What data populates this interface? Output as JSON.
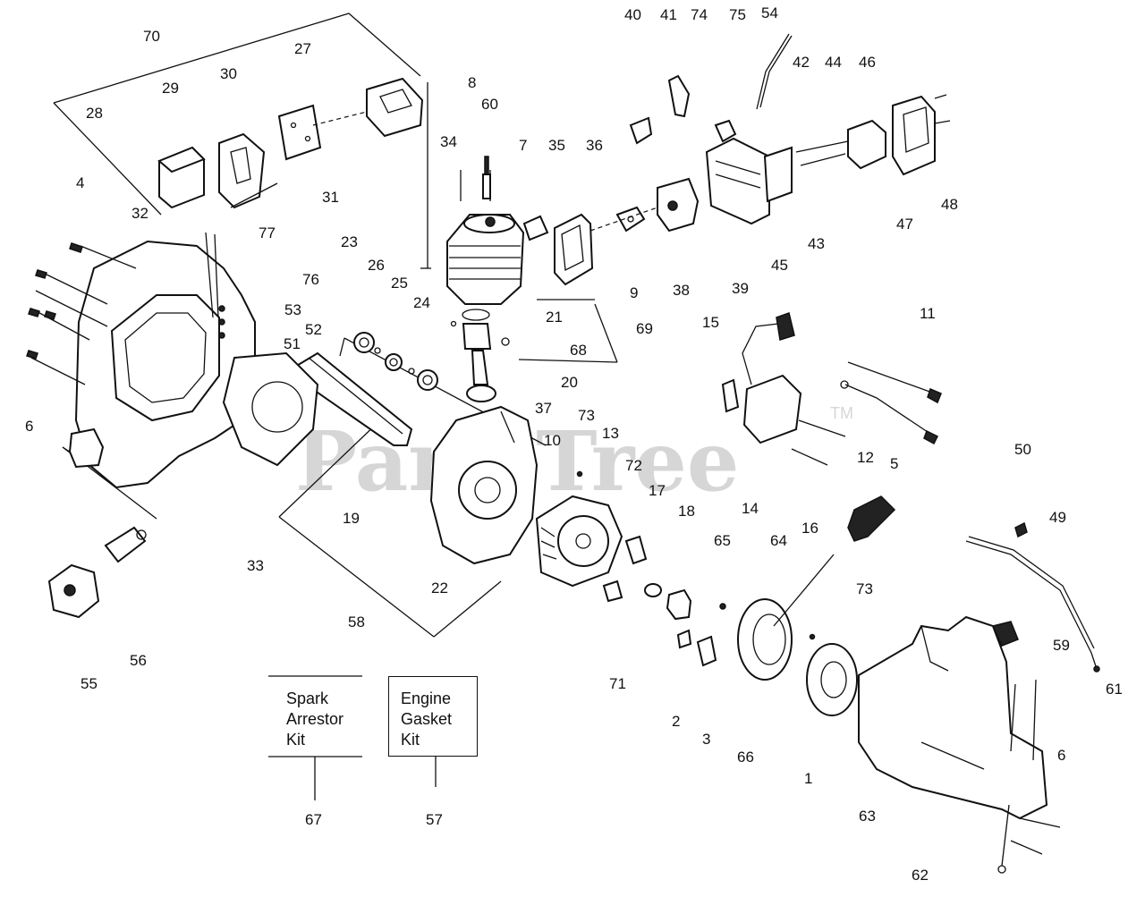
{
  "watermark": {
    "text": "PartsTree",
    "tm": "TM"
  },
  "kits": {
    "spark_arrestor": "Spark\nArrestor\nKit",
    "engine_gasket": "Engine\nGasket\nKit"
  },
  "labels": [
    "70",
    "27",
    "30",
    "29",
    "28",
    "32",
    "4",
    "31",
    "8",
    "60",
    "34",
    "7",
    "35",
    "36",
    "40",
    "41",
    "74",
    "75",
    "54",
    "42",
    "44",
    "46",
    "48",
    "47",
    "43",
    "45",
    "39",
    "38",
    "9",
    "23",
    "26",
    "25",
    "24",
    "77",
    "76",
    "53",
    "52",
    "51",
    "21",
    "69",
    "68",
    "20",
    "37",
    "73",
    "15",
    "11",
    "12",
    "5",
    "13",
    "10",
    "14",
    "64",
    "16",
    "6",
    "19",
    "33",
    "22",
    "72",
    "17",
    "18",
    "65",
    "50",
    "49",
    "55",
    "56",
    "58",
    "71",
    "2",
    "3",
    "66",
    "73",
    "59",
    "61",
    "1",
    "63",
    "6",
    "67",
    "57",
    "62"
  ]
}
